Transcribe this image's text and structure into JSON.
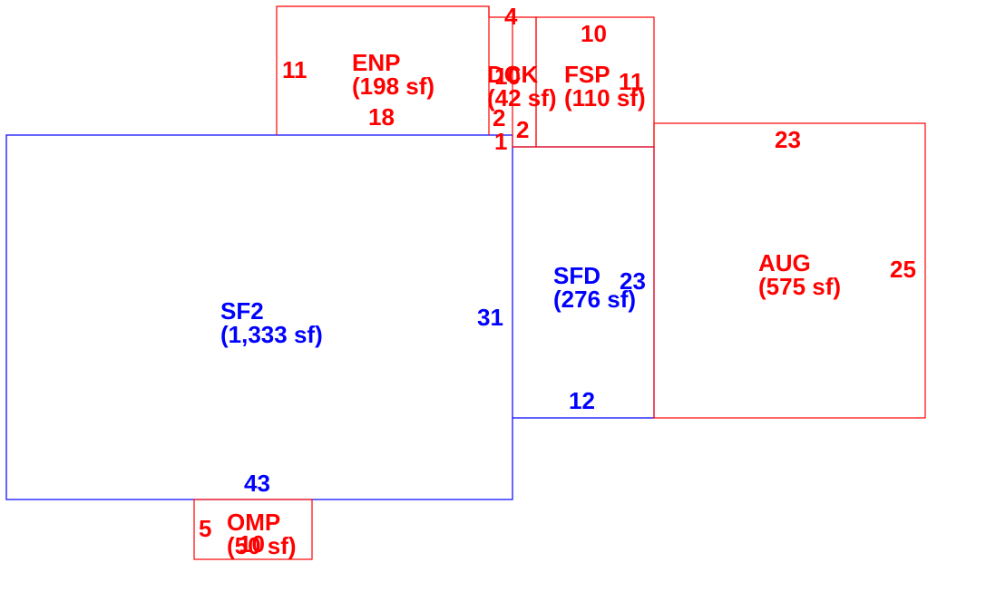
{
  "colors": {
    "living": "#0000ff",
    "other": "#ff0000",
    "background": "#ffffff"
  },
  "areas": [
    {
      "code": "SF2",
      "area": "(1,333 sf)",
      "kind": "living",
      "dims": [
        "43",
        "31"
      ]
    },
    {
      "code": "SFD",
      "area": "(276 sf)",
      "kind": "living",
      "dims": [
        "12",
        "23"
      ]
    },
    {
      "code": "AUG",
      "area": "(575 sf)",
      "kind": "other",
      "dims": [
        "23",
        "25"
      ]
    },
    {
      "code": "ENP",
      "area": "(198 sf)",
      "kind": "other",
      "dims": [
        "11",
        "18"
      ]
    },
    {
      "code": "DCK",
      "area": "(42 sf)",
      "kind": "other",
      "dims": [
        "4",
        "10",
        "2",
        "1",
        "2"
      ]
    },
    {
      "code": "FSP",
      "area": "(110 sf)",
      "kind": "other",
      "dims": [
        "10",
        "11"
      ]
    },
    {
      "code": "OMP",
      "area": "(50 sf)",
      "kind": "other",
      "dims": [
        "5",
        "10"
      ]
    }
  ]
}
